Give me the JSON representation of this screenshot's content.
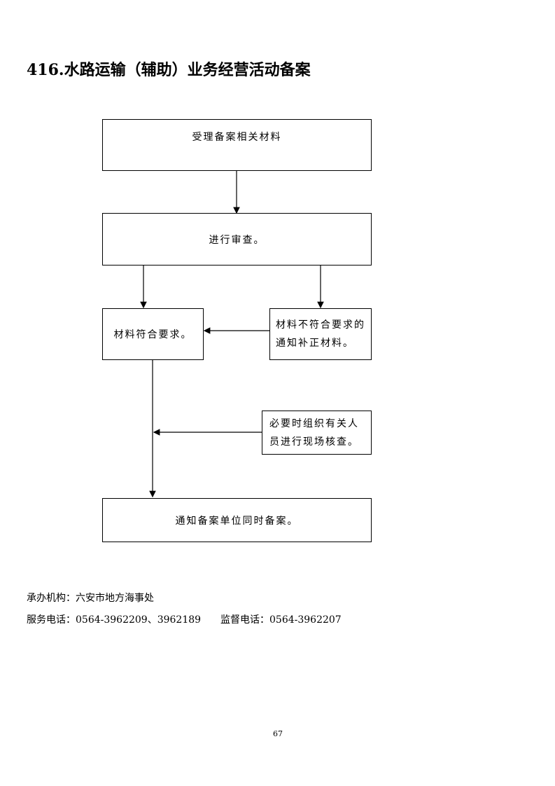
{
  "title": "416.水路运输（辅助）业务经营活动备案",
  "flow": {
    "step1": "受理备案相关材料",
    "step2": "进行审查。",
    "ok": "材料符合要求。",
    "notok": "材料不符合要求的通知补正材料。",
    "inspect": "必要时组织有关人员进行现场核查。",
    "final": "通知备案单位同时备案。"
  },
  "footer": {
    "org": "承办机构：六安市地方海事处",
    "service_phone": "服务电话：0564-3962209、3962189",
    "supervise_phone": "监督电话：0564-3962207"
  },
  "page_number": "67"
}
